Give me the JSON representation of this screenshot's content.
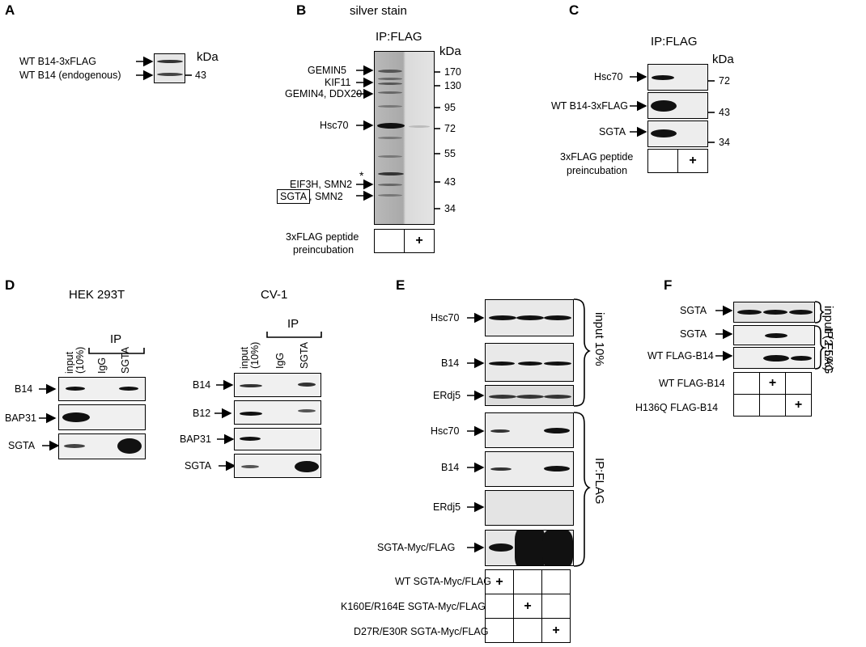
{
  "panels": {
    "A": {
      "letter": "A",
      "labels": [
        "WT B14-3xFLAG",
        "WT B14 (endogenous)"
      ],
      "unit": "kDa",
      "marker": "43"
    },
    "B": {
      "letter": "B",
      "title": "silver stain",
      "subtitle": "IP:FLAG",
      "unit": "kDa",
      "markers": [
        "170",
        "130",
        "95",
        "72",
        "55",
        "43",
        "34"
      ],
      "proteins": [
        "GEMIN5",
        "KIF11",
        "GEMIN4, DDX20",
        "Hsc70",
        "EIF3H, SMN2",
        "SGTA",
        ", SMN2"
      ],
      "asterisk": "*",
      "condition_line1": "3xFLAG peptide",
      "condition_line2": "preincubation",
      "plus": "+"
    },
    "C": {
      "letter": "C",
      "subtitle": "IP:FLAG",
      "unit": "kDa",
      "rows": [
        "Hsc70",
        "WT B14-3xFLAG",
        "SGTA"
      ],
      "markers": [
        "72",
        "43",
        "34"
      ],
      "condition_line1": "3xFLAG peptide",
      "condition_line2": "preincubation",
      "plus": "+"
    },
    "D": {
      "letter": "D",
      "left": {
        "title": "HEK 293T",
        "ip": "IP",
        "lanes": [
          "input (10%)",
          "IgG",
          "SGTA"
        ],
        "rows": [
          "B14",
          "BAP31",
          "SGTA"
        ]
      },
      "right": {
        "title": "CV-1",
        "ip": "IP",
        "lanes": [
          "input (10%)",
          "IgG",
          "SGTA"
        ],
        "rows": [
          "B14",
          "B12",
          "BAP31",
          "SGTA"
        ]
      }
    },
    "E": {
      "letter": "E",
      "rows": [
        "Hsc70",
        "B14",
        "ERdj5",
        "Hsc70",
        "B14",
        "ERdj5",
        "SGTA-Myc/FLAG"
      ],
      "group_input": "input 10%",
      "group_ip": "IP:FLAG",
      "conditions": [
        "WT SGTA-Myc/FLAG",
        "K160E/R164E SGTA-Myc/FLAG",
        "D27R/E30R SGTA-Myc/FLAG"
      ],
      "plus": "+"
    },
    "F": {
      "letter": "F",
      "rows": [
        "SGTA",
        "SGTA",
        "WT FLAG-B14"
      ],
      "group_input": "input (2.5%)",
      "group_ip": "IP:FLAG",
      "conditions": [
        "WT FLAG-B14",
        "H136Q FLAG-B14"
      ],
      "plus": "+"
    }
  }
}
